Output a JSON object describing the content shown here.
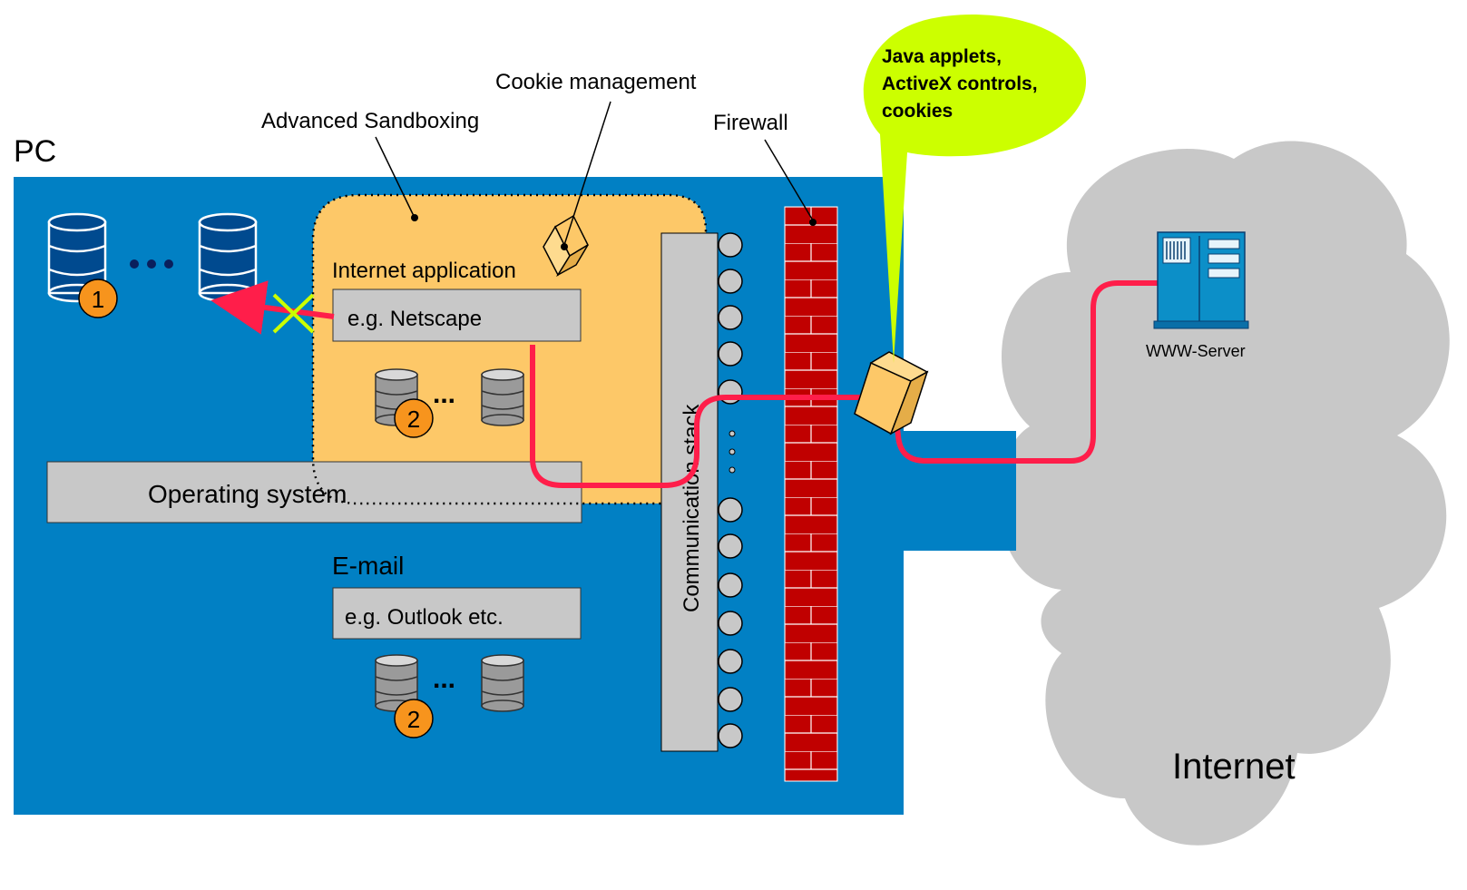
{
  "labels": {
    "pc": "PC",
    "cookie_management": "Cookie management",
    "advanced_sandboxing": "Advanced Sandboxing",
    "firewall": "Firewall",
    "callout": [
      "Java applets,",
      "ActiveX controls,",
      "cookies"
    ],
    "internet_application": "Internet application",
    "netscape": "e.g. Netscape",
    "operating_system": "Operating system",
    "email": "E-mail",
    "outlook": "e.g. Outlook etc.",
    "communication_stack": "Communication stack",
    "www_server": "WWW-Server",
    "internet": "Internet",
    "badge_1": "1",
    "badge_2": "2",
    "ellipsis": "..."
  },
  "colors": {
    "pc_blue": "#0180C4",
    "sandbox_orange": "#FDC868",
    "gray_box": "#C8C8C8",
    "firewall_red": "#C00000",
    "path_red": "#FF1E4A",
    "callout_green": "#CCFF00",
    "badge_orange": "#F7941D",
    "cloud_gray": "#C8C8C8",
    "db_dark": "#004A8F",
    "server_blue": "#0C8FC8"
  },
  "icons": [
    "database-icon",
    "cookie-box-icon",
    "server-icon",
    "blocked-cross-icon",
    "brick-wall-icon"
  ]
}
